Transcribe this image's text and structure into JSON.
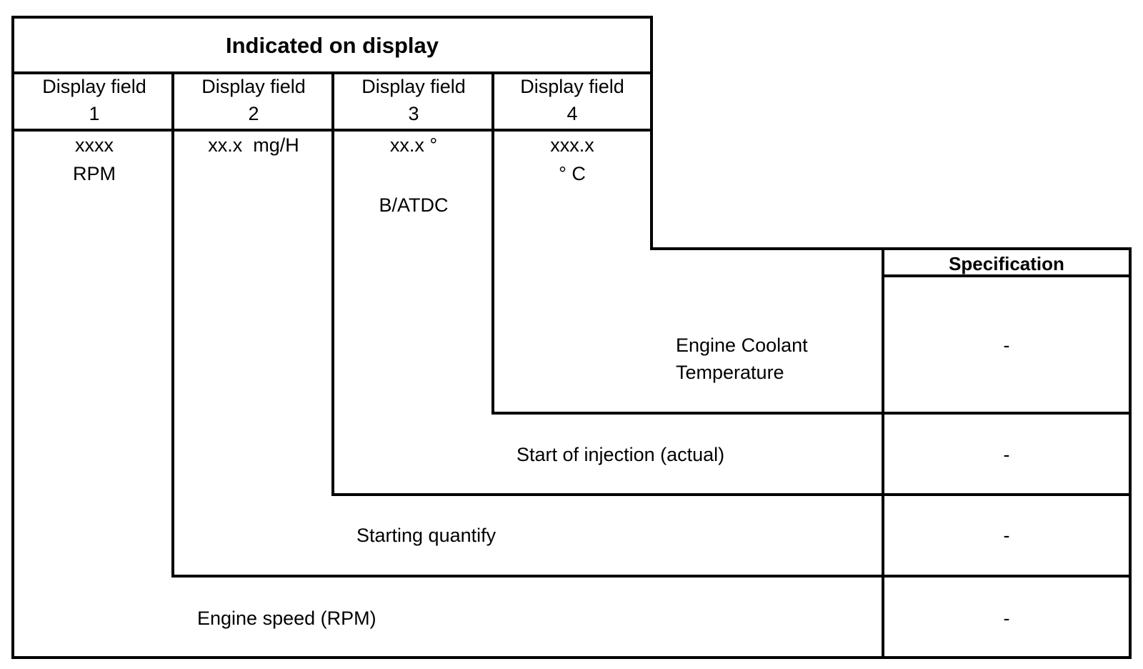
{
  "header": {
    "title": "Indicated on display"
  },
  "fields": [
    {
      "line1": "Display field",
      "line2": "1",
      "value1": "xxxx",
      "value2": "RPM",
      "value3": ""
    },
    {
      "line1": "Display field",
      "line2": "2",
      "value1": "xx.x  mg/H",
      "value2": "",
      "value3": ""
    },
    {
      "line1": "Display field",
      "line2": "3",
      "value1": "xx.x °",
      "value2": "",
      "value3": "B/ATDC"
    },
    {
      "line1": "Display field",
      "line2": "4",
      "value1": "xxx.x",
      "value2": "° C",
      "value3": ""
    }
  ],
  "specification": {
    "title": "Specification"
  },
  "descriptions": [
    {
      "line1": "Engine Coolant",
      "line2": "Temperature",
      "spec": "-"
    },
    {
      "line1": "Start of injection (actual)",
      "line2": "",
      "spec": "-"
    },
    {
      "line1": "Starting quantify",
      "line2": "",
      "spec": "-"
    },
    {
      "line1": "Engine speed (RPM)",
      "line2": "",
      "spec": "-"
    }
  ]
}
